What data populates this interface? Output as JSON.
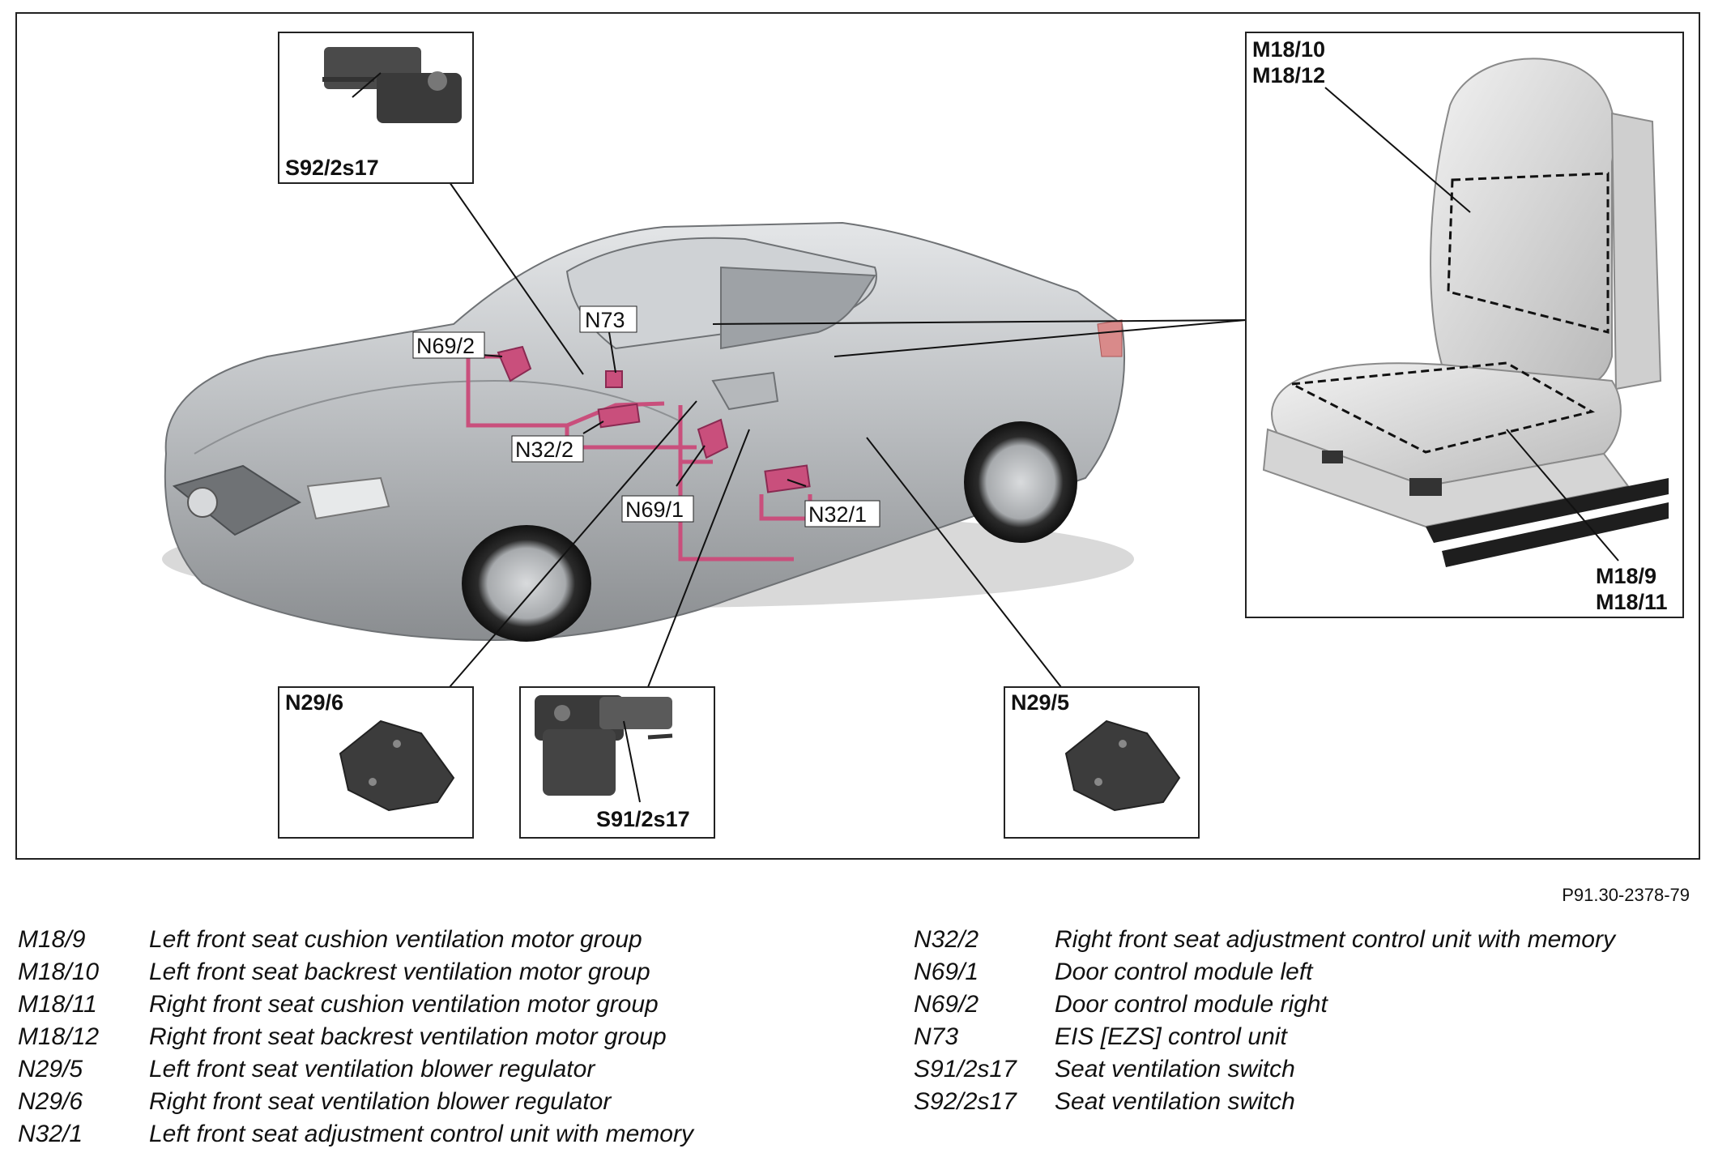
{
  "diagram": {
    "callouts": {
      "s92": "S92/2s17",
      "n73": "N73",
      "n69_2": "N69/2",
      "n32_2": "N32/2",
      "n69_1": "N69/1",
      "n32_1": "N32/1",
      "m18_10": "M18/10",
      "m18_12": "M18/12",
      "m18_9": "M18/9",
      "m18_11": "M18/11",
      "n29_6": "N29/6",
      "s91": "S91/2s17",
      "n29_5": "N29/5"
    },
    "reference": "P91.30-2378-79",
    "colors": {
      "component": "#c94f7c",
      "car": "#b9bcbf",
      "frame": "#222222"
    }
  },
  "legend": {
    "left": [
      {
        "code": "M18/9",
        "desc": "Left front seat cushion ventilation motor group"
      },
      {
        "code": "M18/10",
        "desc": "Left front seat backrest ventilation motor group"
      },
      {
        "code": "M18/11",
        "desc": "Right front seat cushion ventilation motor group"
      },
      {
        "code": "M18/12",
        "desc": "Right front seat backrest ventilation motor group"
      },
      {
        "code": "N29/5",
        "desc": "Left front seat ventilation blower regulator"
      },
      {
        "code": "N29/6",
        "desc": "Right front seat ventilation blower regulator"
      },
      {
        "code": "N32/1",
        "desc": "Left front seat adjustment control unit with memory"
      }
    ],
    "right": [
      {
        "code": "N32/2",
        "desc": "Right front seat adjustment control unit with memory"
      },
      {
        "code": "N69/1",
        "desc": "Door control module left"
      },
      {
        "code": "N69/2",
        "desc": "Door control module right"
      },
      {
        "code": "N73",
        "desc": "EIS [EZS] control unit"
      },
      {
        "code": "S91/2s17",
        "desc": "Seat ventilation switch"
      },
      {
        "code": "S92/2s17",
        "desc": "Seat ventilation switch"
      }
    ]
  }
}
